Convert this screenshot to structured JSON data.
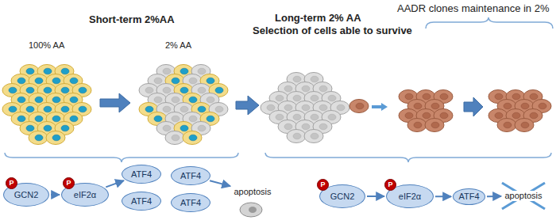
{
  "diagram": {
    "nodes": [
      {
        "text": [
          "P"
        ]
      },
      {
        "text": [
          "GCN2"
        ]
      },
      {
        "text": [
          "P"
        ]
      },
      {
        "text": [
          "eIF2α"
        ]
      },
      {
        "text": [
          "ATF4"
        ]
      },
      {
        "text": [
          "ATF4"
        ]
      },
      {
        "text": [
          "ATF4"
        ]
      },
      {
        "text": [
          "ATF4"
        ]
      },
      {
        "text": [
          "apoptosis"
        ]
      },
      {
        "text": [
          "P"
        ]
      },
      {
        "text": [
          "GCN2"
        ]
      },
      {
        "text": [
          "P"
        ]
      },
      {
        "text": [
          "eIF2α"
        ]
      },
      {
        "text": [
          "ATF4"
        ]
      },
      {
        "text": [
          "apoptosis"
        ]
      }
    ],
    "edges": [
      {
        "from": 1,
        "to": 3,
        "arrow": "to"
      },
      {
        "from": 3,
        "to": 4,
        "arrow": "to"
      },
      {
        "from": 6,
        "to": 8,
        "arrow": "to"
      },
      {
        "from": 10,
        "to": 12,
        "arrow": "to"
      },
      {
        "from": 12,
        "to": 13,
        "arrow": "to"
      },
      {
        "from": 13,
        "to": 14,
        "arrow": "to"
      }
    ],
    "labels": [
      "AADR clones maintenance in 2%",
      "Short-term 2%AA",
      "Long-term 2% AA",
      "Selection of cells able to survive",
      "100% AA",
      "2% AA"
    ]
  }
}
